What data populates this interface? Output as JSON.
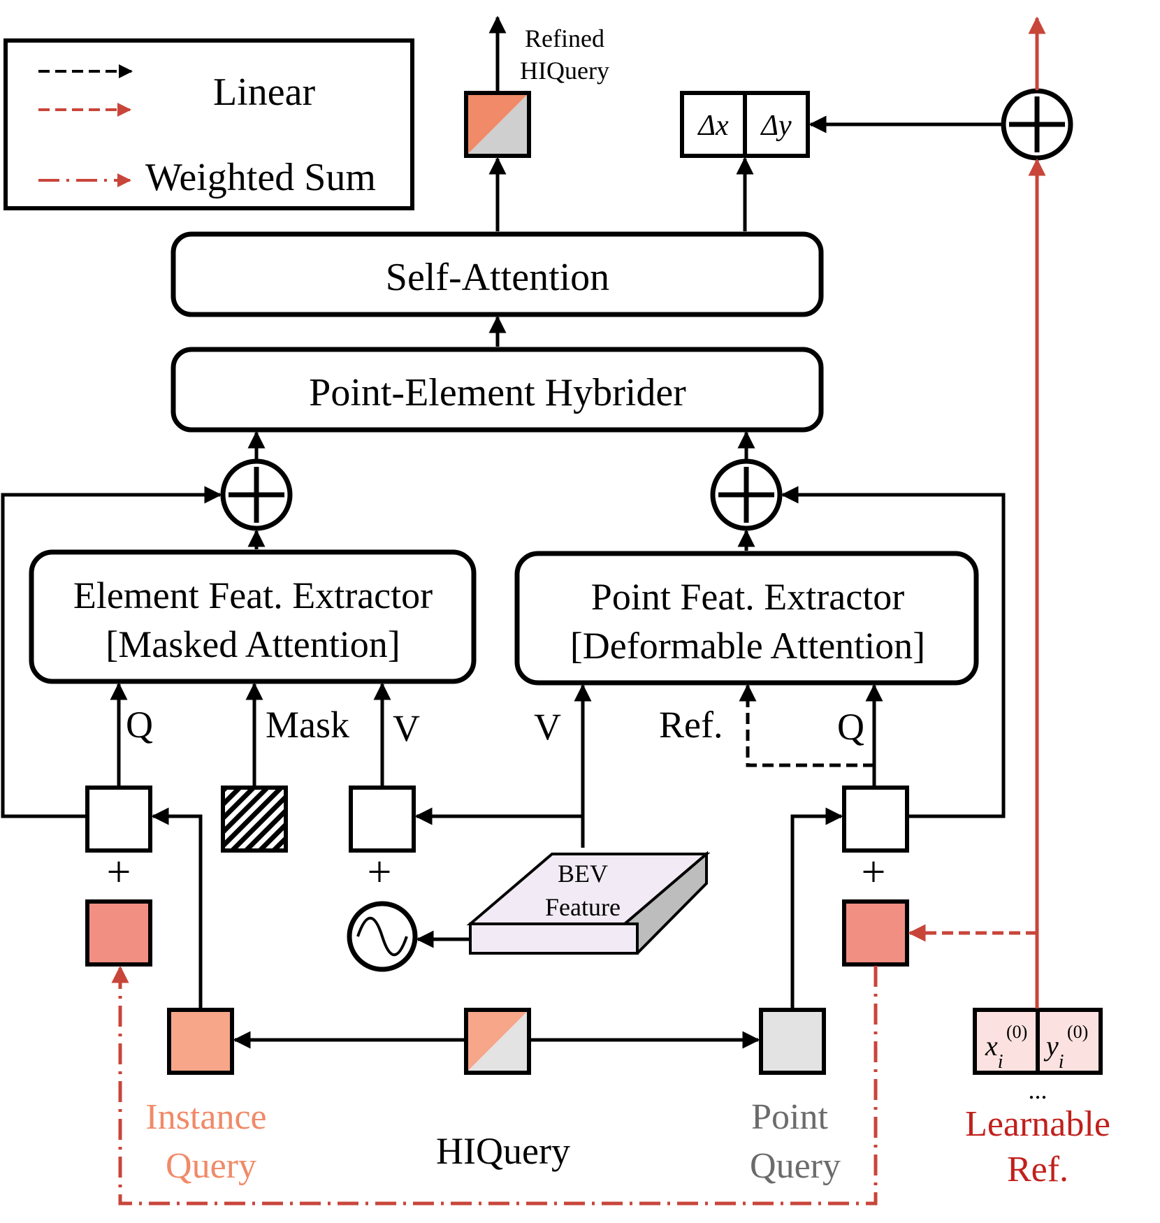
{
  "legend": {
    "linear_label": "Linear",
    "weighted_sum_label": "Weighted Sum"
  },
  "output": {
    "refined_line1": "Refined",
    "refined_line2": "HIQuery",
    "delta_x": "Δx",
    "delta_y": "Δy"
  },
  "blocks": {
    "self_attention": "Self-Attention",
    "hybrider": "Point-Element Hybrider",
    "element_line1": "Element Feat. Extractor",
    "element_line2": "[Masked Attention]",
    "point_line1": "Point Feat. Extractor",
    "point_line2": "[Deformable Attention]"
  },
  "inputs": {
    "q_left": "Q",
    "mask": "Mask",
    "v_left": "V",
    "v_right": "V",
    "ref": "Ref.",
    "q_right": "Q"
  },
  "plus": {
    "left": "+",
    "mid": "+",
    "right": "+"
  },
  "bev": {
    "line1": "BEV",
    "line2": "Feature"
  },
  "bottom": {
    "instance_line1": "Instance",
    "instance_line2": "Query",
    "hiquery": "HIQuery",
    "point_line1": "Point",
    "point_line2": "Query",
    "learnable_line1": "Learnable",
    "learnable_line2": "Ref.",
    "ellipsis": "...",
    "x_base": "x",
    "x_sub": "i",
    "x_sup": "(0)",
    "y_base": "y",
    "y_sub": "i",
    "y_sup": "(0)"
  },
  "colors": {
    "instance": "#f08a68",
    "instance_light": "#f7a68a",
    "pos_red": "#f28f83",
    "point_gray": "#e3e3e3",
    "accent_red": "#c8453a",
    "learnable_text": "#c0201c",
    "point_text": "#6b6b6b",
    "instance_text": "#f08a68",
    "bev_top": "#f2eaf4"
  }
}
